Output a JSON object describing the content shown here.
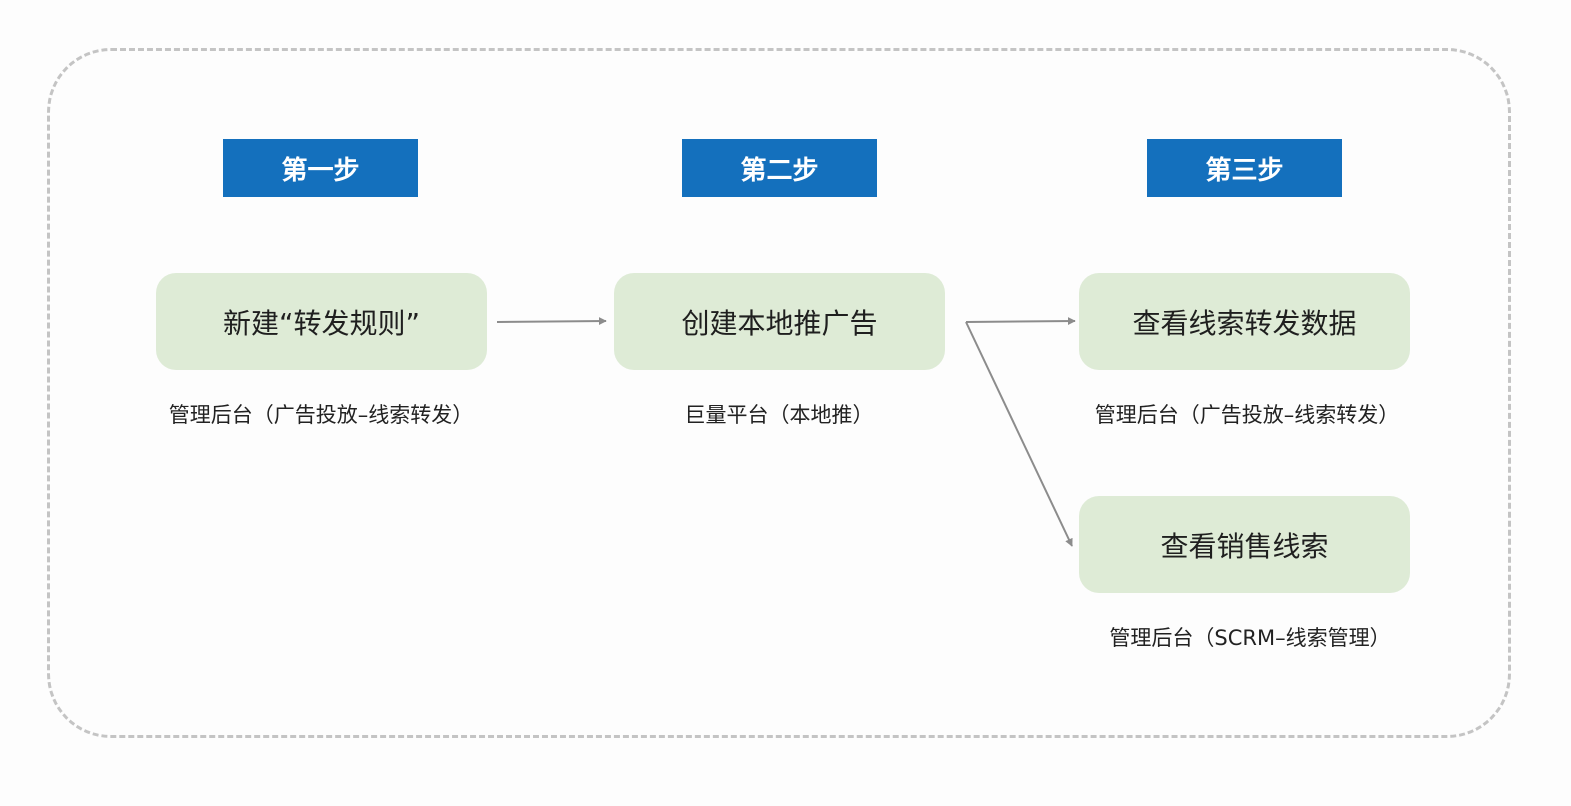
{
  "steps": [
    {
      "label": "第一步"
    },
    {
      "label": "第二步"
    },
    {
      "label": "第三步"
    }
  ],
  "nodes": {
    "new_rule": {
      "label": "新建“转发规则”",
      "caption": "管理后台（广告投放–线索转发）"
    },
    "create_ad": {
      "label": "创建本地推广告",
      "caption": "巨量平台（本地推）"
    },
    "view_forward_data": {
      "label": "查看线索转发数据",
      "caption": "管理后台（广告投放–线索转发）"
    },
    "view_sales_leads": {
      "label": "查看销售线索",
      "caption": "管理后台（SCRM–线索管理）"
    }
  },
  "colors": {
    "step_header_bg": "#1470bd",
    "node_bg": "#deebd6",
    "connector": "#8c8c8c",
    "frame_border": "#c4c4c4"
  }
}
